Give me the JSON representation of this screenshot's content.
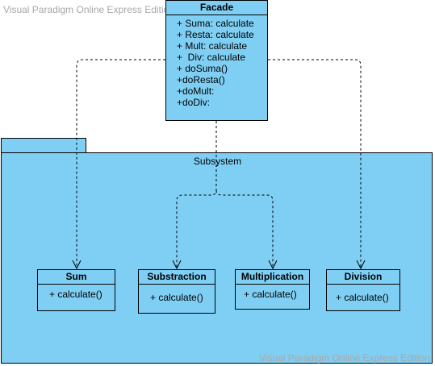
{
  "watermark": "Visual Paradigm Online Express Edition",
  "facade": {
    "name": "Facade",
    "members": [
      "+ Suma: calculate",
      "+ Resta: calculate",
      "+ Mult: calculate",
      "+  Div: calculate",
      "+ doSuma()",
      "+doResta()",
      "+doMult:",
      "+doDiv:"
    ]
  },
  "subsystem": {
    "title": "Subsystem",
    "classes": [
      {
        "name": "Sum",
        "op": "+ calculate()"
      },
      {
        "name": "Substraction",
        "op": "+ calculate()"
      },
      {
        "name": "Multiplication",
        "op": "+ calculate()"
      },
      {
        "name": "Division",
        "op": "+ calculate()"
      }
    ]
  },
  "colors": {
    "fill": "#7fcff4",
    "stroke": "#000000",
    "watermark": "#a8a8a8"
  }
}
